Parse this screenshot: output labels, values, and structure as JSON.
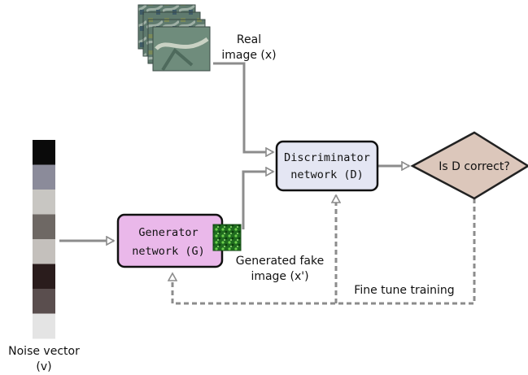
{
  "real_image_label": {
    "line1": "Real",
    "line2": "image (x)"
  },
  "discriminator": {
    "line1": "Discriminator",
    "line2": "network (D)",
    "fill": "#e4e6f3"
  },
  "decision": {
    "label": "Is D correct?",
    "fill": "#dcc7bb"
  },
  "generator": {
    "line1": "Generator",
    "line2": "network (G)",
    "fill": "#eab8ea"
  },
  "generated_fake_label": {
    "line1": "Generated fake",
    "line2": "image (x')"
  },
  "feedback_label": "Fine tune training",
  "noise_vector": {
    "label_line1": "Noise vector",
    "label_line2": "(v)",
    "cells": [
      "#0a0a0a",
      "#8b8b9a",
      "#c8c6c2",
      "#6e6864",
      "#c4c0bc",
      "#2a1c1c",
      "#5a4e4e",
      "#e4e4e4"
    ]
  },
  "colors": {
    "arrow": "#8c8c8c",
    "satellite": "#4a6a70",
    "fake_patch": "#2f8a2a"
  }
}
